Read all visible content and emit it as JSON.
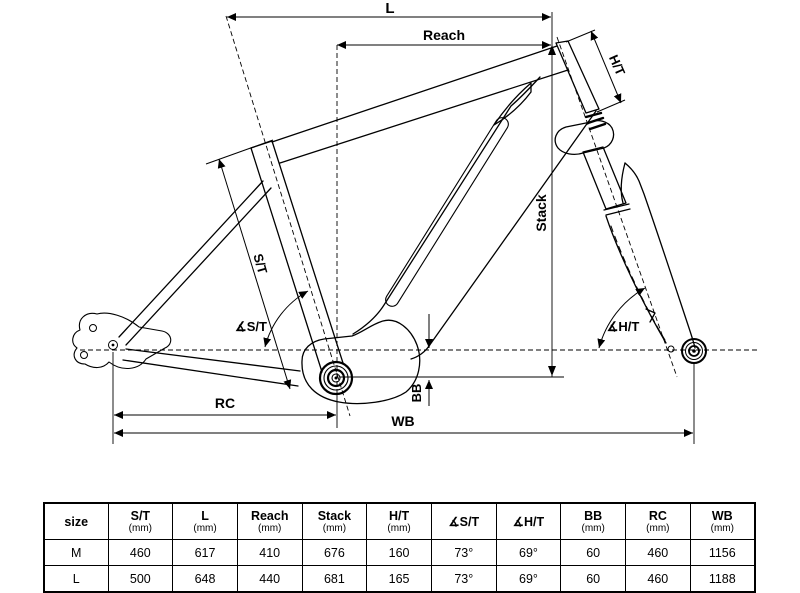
{
  "colors": {
    "ink": "#000000",
    "paper": "#ffffff"
  },
  "diagram": {
    "labels": {
      "top_tube": "L",
      "reach": "Reach",
      "head_tube": "H/T",
      "stack": "Stack",
      "seat_tube": "S/T",
      "seat_tube_angle": "∡S/T",
      "head_tube_angle": "∡H/T",
      "bb_drop": "BB",
      "rear_center": "RC",
      "wheelbase": "WB"
    }
  },
  "table": {
    "columns": [
      {
        "label": "size",
        "unit": ""
      },
      {
        "label": "S/T",
        "unit": "(mm)"
      },
      {
        "label": "L",
        "unit": "(mm)"
      },
      {
        "label": "Reach",
        "unit": "(mm)"
      },
      {
        "label": "Stack",
        "unit": "(mm)"
      },
      {
        "label": "H/T",
        "unit": "(mm)"
      },
      {
        "label": "∡S/T",
        "unit": ""
      },
      {
        "label": "∡H/T",
        "unit": ""
      },
      {
        "label": "BB",
        "unit": "(mm)"
      },
      {
        "label": "RC",
        "unit": "(mm)"
      },
      {
        "label": "WB",
        "unit": "(mm)"
      }
    ],
    "rows": [
      {
        "size": "M",
        "values": [
          "460",
          "617",
          "410",
          "676",
          "160",
          "73°",
          "69°",
          "60",
          "460",
          "1156"
        ]
      },
      {
        "size": "L",
        "values": [
          "500",
          "648",
          "440",
          "681",
          "165",
          "73°",
          "69°",
          "60",
          "460",
          "1188"
        ]
      }
    ]
  }
}
